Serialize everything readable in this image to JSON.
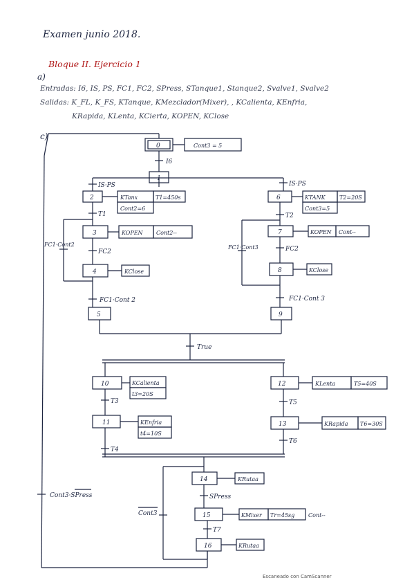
{
  "header": {
    "title": "Examen junio 2018.",
    "section_a": "a)",
    "bloque": "Bloque II. Ejercicio 1",
    "entradas": "Entradas: I6, IS, PS, FC1, FC2, SPress, STanque1, Stanque2, Svalve1, Svalve2",
    "salidas_1": "Salidas: K_FL, K_FS, KTanque, KMezclador(Mixer), , KCalienta, KEnfria,",
    "salidas_2": "KRapida, KLenta, KCierta, KOPEN, KClose",
    "section_c": "c)"
  },
  "grafcet": {
    "steps": {
      "s0": "0",
      "s1": "1",
      "s2": "2",
      "s3": "3",
      "s4": "4",
      "s5": "5",
      "s6": "6",
      "s7": "7",
      "s8": "8",
      "s9": "9",
      "s10": "10",
      "s11": "11",
      "s12": "12",
      "s13": "13",
      "s14": "14",
      "s15": "15",
      "s16": "16"
    },
    "actions": {
      "a0": "Cont3 = 5",
      "a2a": "KTanx",
      "a2b": "T1=450s",
      "a2c": "Cont2=6",
      "a3a": "KOPEN",
      "a3b": "Cont2--",
      "a4": "KClose",
      "a6a": "KTANK",
      "a6b": "T2=20S",
      "a6c": "Cont3=5",
      "a7a": "KOPEN",
      "a7b": "Cont--",
      "a8": "KClose",
      "a10a": "KCalienta",
      "a10b": "t3=20S",
      "a11a": "KEnfria",
      "a11b": "t4=10S",
      "a12a": "KLenta",
      "a12b": "T5=40S",
      "a13a": "KRapida",
      "a13b": "T6=30S",
      "a14": "KRutaa",
      "a15a": "KMixer",
      "a15b": "Tr=45sg",
      "a15c": "Cont--",
      "a16": "KRutaa"
    },
    "transitions": {
      "t0": "I6",
      "t_left": "IS·PS",
      "t_right": "IS·PS",
      "t2": "T1",
      "t3": "FC2",
      "t3loop": "FC1·Cont2",
      "t4": "FC1·Cont 2",
      "t6": "T2",
      "t7": "FC2",
      "t7loop": "FC1·Cont3",
      "t8": "FC1·Cont 3",
      "tjoin": "True",
      "t10": "T3",
      "t11": "T4",
      "t12": "T5",
      "t13": "T6",
      "t14": "SPress",
      "t15": "T7",
      "tloop15": "Cont3",
      "treturn": "Cont3·SPress"
    }
  },
  "footer": {
    "scanner": "Escaneado con CamScanner"
  }
}
